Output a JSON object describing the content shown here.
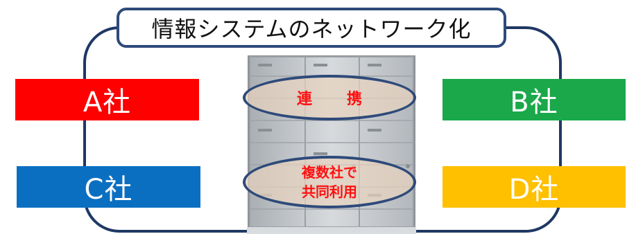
{
  "title": "情報システムのネットワーク化",
  "companies": {
    "a": "A社",
    "b": "B社",
    "c": "C社",
    "d": "D社"
  },
  "center": {
    "top_label": "連　携",
    "bottom_line1": "複数社で",
    "bottom_line2": "共同利用"
  },
  "colors": {
    "company_a": "#ff0000",
    "company_b": "#1aa84a",
    "company_c": "#0b6fc1",
    "company_d": "#ffc000",
    "frame": "#1f3864",
    "ellipse_text": "#ff1010"
  },
  "image": {
    "icon": "server-rack-icon"
  }
}
